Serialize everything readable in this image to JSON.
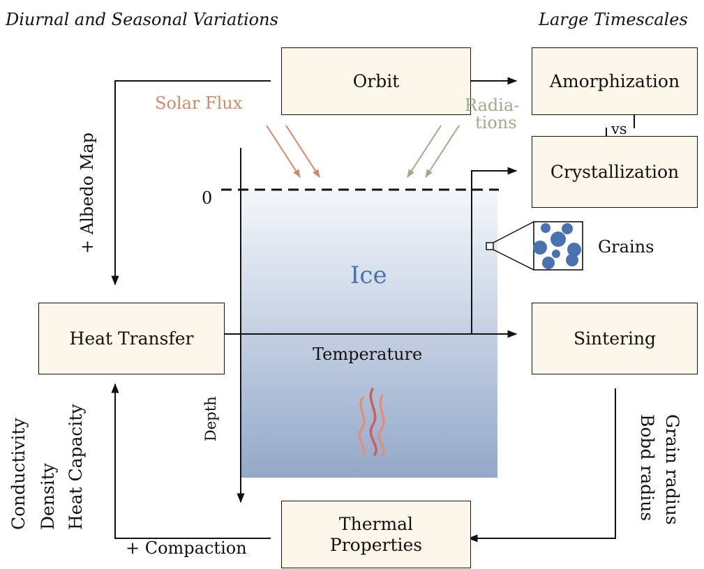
{
  "headers": {
    "left": "Diurnal and Seasonal Variations",
    "right": "Large Timescales"
  },
  "boxes": {
    "orbit": "Orbit",
    "amorphization": "Amorphization",
    "crystallization": "Crystallization",
    "heat_transfer": "Heat Transfer",
    "sintering": "Sintering",
    "thermal_properties_line1": "Thermal",
    "thermal_properties_line2": "Properties"
  },
  "labels": {
    "solar_flux": "Solar Flux",
    "radiations_line1": "Radia-",
    "radiations_line2": "tions",
    "vs": "vs",
    "zero": "0",
    "ice": "Ice",
    "temperature": "Temperature",
    "depth": "Depth",
    "grains": "Grains",
    "albedo_map": "+ Albedo Map",
    "compaction": "+ Compaction",
    "conductivity": "Conductivity",
    "density": "Density",
    "heat_capacity": "Heat Capacity",
    "grain_radius": "Grain radius",
    "bond_radius": "Bobd radius"
  },
  "colors": {
    "box_fill": "#fdf7e9",
    "solar": "#d08868",
    "radiation": "#9aae8a",
    "ice_text": "#4a72b0",
    "ice_top": "#f4f7fb",
    "ice_bottom": "#93a8c8",
    "grain": "#4a72b0",
    "heat_wave_1": "#c9605a",
    "heat_wave_2": "#e09078"
  }
}
